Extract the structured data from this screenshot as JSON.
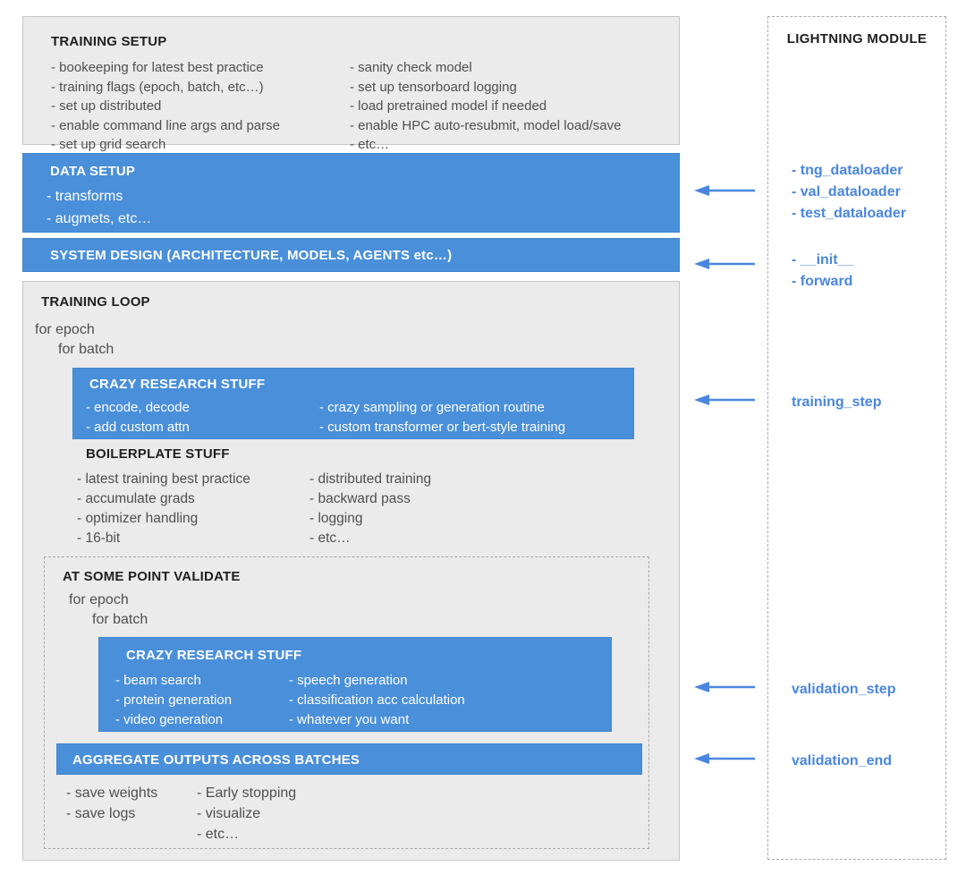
{
  "palette": {
    "box_blue": "#4a8fd9",
    "accent_blue": "#4a86e0",
    "panel_gray": "#ebebeb",
    "panel_border_gray": "#c6c6c6",
    "dashed_border_gray": "#a9a9a9",
    "title_dark": "#1f1f1f",
    "body_gray": "#4f4f4f",
    "white_text": "#ffffff"
  },
  "training_setup": {
    "title": "TRAINING SETUP",
    "col1": [
      "- bookeeping for latest best practice",
      "- training flags (epoch, batch, etc…)",
      "- set up distributed",
      "- enable command line args and parse",
      "- set up grid search"
    ],
    "col2": [
      "- sanity check model",
      "- set up tensorboard logging",
      "- load pretrained model if needed",
      "- enable HPC auto-resubmit, model load/save",
      "- etc…"
    ]
  },
  "data_setup": {
    "title": "DATA SETUP",
    "items": [
      "- transforms",
      "- augmets, etc…"
    ]
  },
  "system_design": {
    "title": "SYSTEM DESIGN (ARCHITECTURE, MODELS, AGENTS etc…)"
  },
  "training_loop": {
    "title": "TRAINING LOOP",
    "loop_line1": "for epoch",
    "loop_line2": "for batch"
  },
  "crazy_research_training": {
    "title": "CRAZY RESEARCH STUFF",
    "col1": [
      "- encode, decode",
      "- add custom attn"
    ],
    "col2": [
      "- crazy sampling or generation routine",
      "- custom transformer or bert-style training"
    ]
  },
  "boilerplate": {
    "title": "BOILERPLATE STUFF",
    "col1": [
      "- latest training best practice",
      "- accumulate grads",
      "- optimizer handling",
      "- 16-bit"
    ],
    "col2": [
      "- distributed training",
      "- backward pass",
      "- logging",
      "- etc…"
    ]
  },
  "validate": {
    "title": "AT SOME POINT VALIDATE",
    "loop_line1": "for epoch",
    "loop_line2": "for batch"
  },
  "crazy_research_validation": {
    "title": "CRAZY RESEARCH STUFF",
    "col1": [
      "- beam search",
      "- protein generation",
      "- video generation"
    ],
    "col2": [
      "- speech generation",
      "- classification acc calculation",
      "- whatever you want"
    ]
  },
  "aggregate": {
    "title": "AGGREGATE OUTPUTS ACROSS BATCHES",
    "col1": [
      "- save weights",
      "- save logs"
    ],
    "col2": [
      "- Early stopping",
      "- visualize",
      "- etc…"
    ]
  },
  "lightning_module": {
    "title": "LIGHTNING MODULE",
    "dataloader_methods": [
      "- tng_dataloader",
      "- val_dataloader",
      "- test_dataloader"
    ],
    "init_methods": [
      "- __init__",
      "- forward"
    ],
    "training_step": "training_step",
    "validation_step": "validation_step",
    "validation_end": "validation_end"
  }
}
